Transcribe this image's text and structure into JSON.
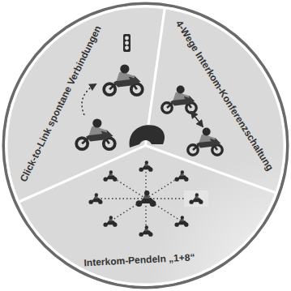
{
  "diagram": {
    "nodes": [
      {
        "text": [
          "Click-to-Link spontane Verbindungen"
        ]
      },
      {
        "text": [
          "4-Wege Interkom-Konferenzschaltung"
        ]
      },
      {
        "text": [
          "Interkom-Pendeln „1+8“"
        ]
      }
    ]
  }
}
